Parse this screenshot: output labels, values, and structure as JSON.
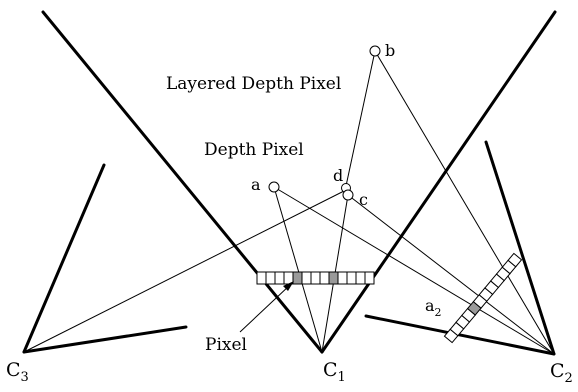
{
  "diagram": {
    "labels": {
      "layered_depth_pixel": "Layered Depth Pixel",
      "depth_pixel": "Depth Pixel",
      "pixel": "Pixel",
      "point_a": "a",
      "point_b": "b",
      "point_c": "c",
      "point_d": "d",
      "point_a2_base": "a",
      "point_a2_sub": "2",
      "camera_c1_base": "C",
      "camera_c1_sub": "1",
      "camera_c2_base": "C",
      "camera_c2_sub": "2",
      "camera_c3_base": "C",
      "camera_c3_sub": "3"
    },
    "colors": {
      "line": "#000000",
      "background": "#ffffff",
      "highlighted_cell": "#9a9a9a"
    }
  }
}
